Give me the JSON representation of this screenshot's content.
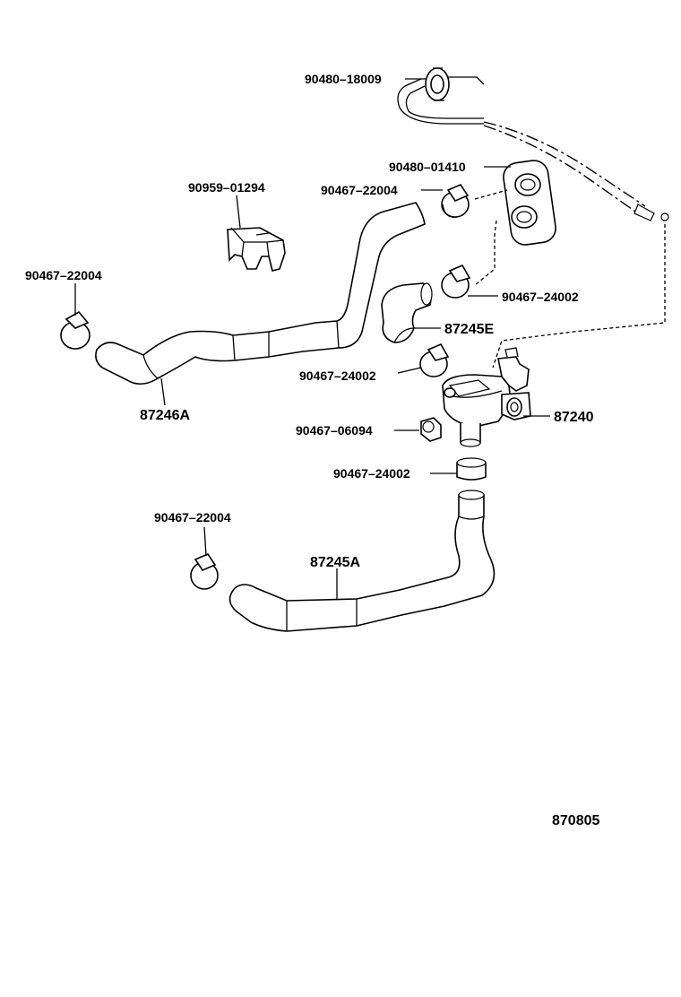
{
  "labels": {
    "grommet_top": "90480–18009",
    "grommet_plate": "90480–01410",
    "clamp_top": "90467–22004",
    "clip_bracket": "90959–01294",
    "clamp_left": "90467–22004",
    "clamp_mid_right": "90467–24002",
    "hose_elbow": "87245E",
    "clamp_center": "90467–24002",
    "valve": "87240",
    "screw": "90467–06094",
    "hose_left": "87246A",
    "clamp_lower_center": "90467–24002",
    "clamp_bottom_left": "90467–22004",
    "hose_bottom": "87245A",
    "figure_number": "870805"
  }
}
